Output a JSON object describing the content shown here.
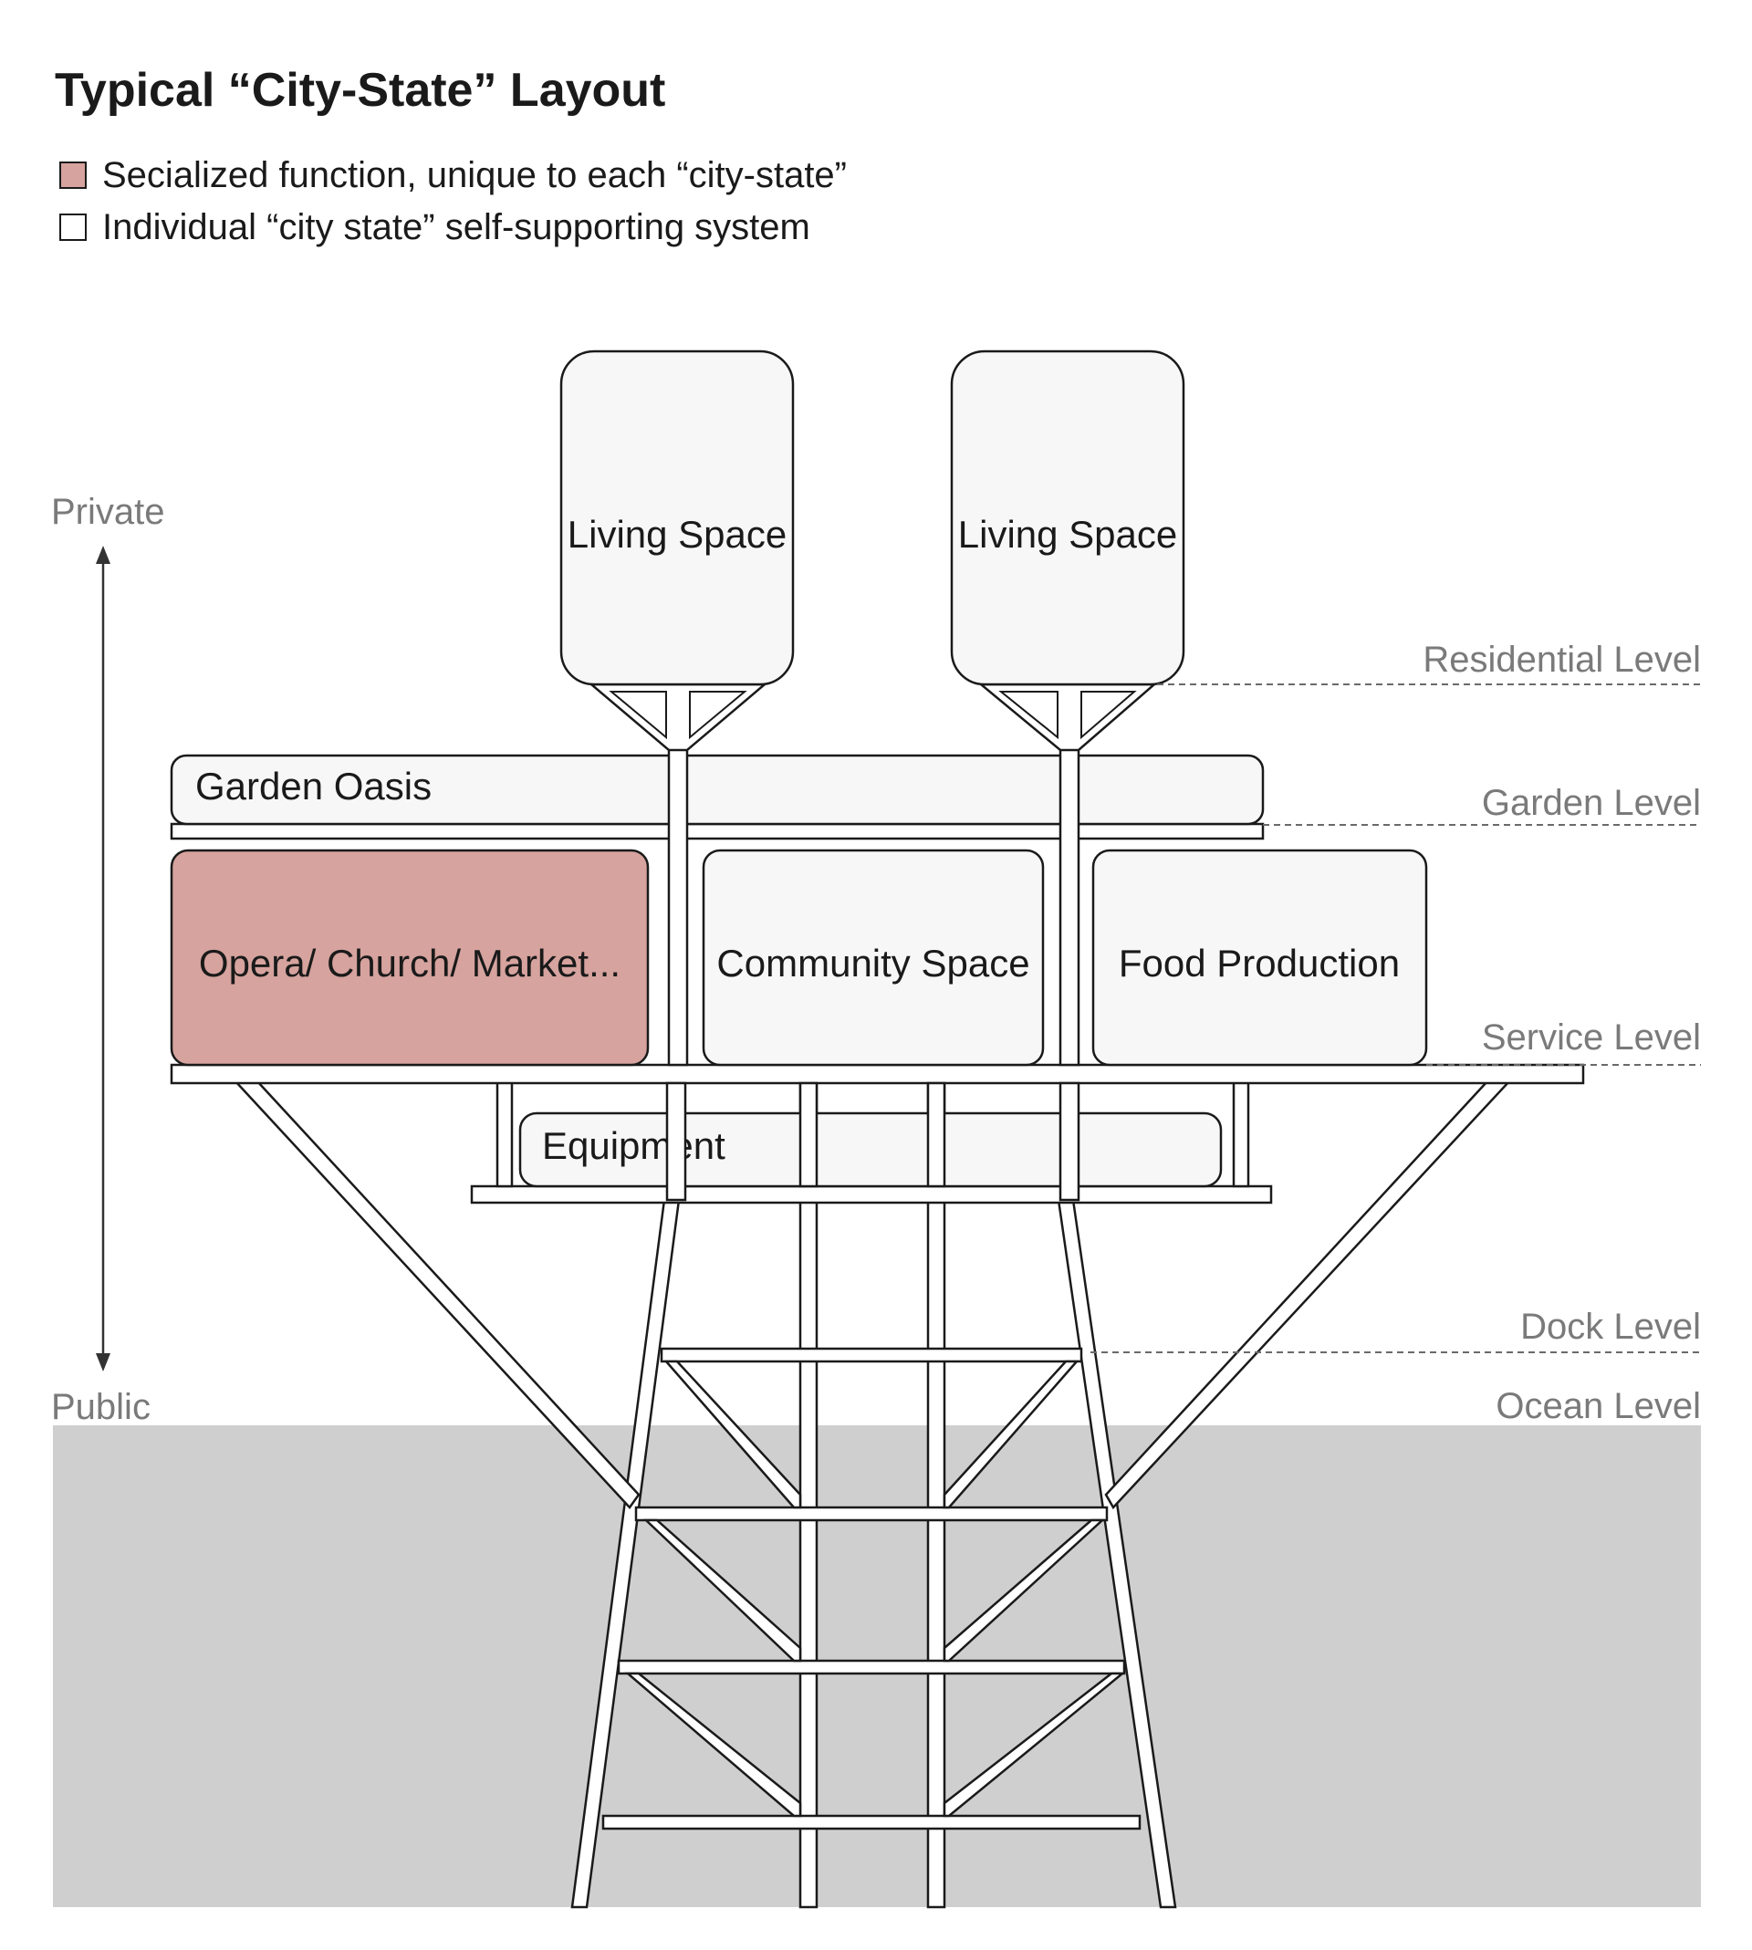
{
  "title": "Typical “City-State” Layout",
  "legend": [
    {
      "swatch_color": "#d6a39e",
      "text": "Secialized function, unique to each “city-state”"
    },
    {
      "swatch_color": "#ffffff",
      "text": "Individual “city state” self-supporting system"
    }
  ],
  "axis": {
    "top": "Private",
    "bottom": "Public"
  },
  "rooms": {
    "living_space_1": "Living Space",
    "living_space_2": "Living Space",
    "garden_oasis": "Garden Oasis",
    "specialized": "Opera/ Church/ Market...",
    "community_space": "Community Space",
    "food_production": "Food Production",
    "equipment": "Equipment"
  },
  "levels": {
    "residential": "Residential Level",
    "garden": "Garden Level",
    "service": "Service Level",
    "dock": "Dock Level",
    "ocean": "Ocean Level"
  },
  "colors": {
    "specialized_fill": "#d6a39e",
    "room_fill": "#f7f7f7",
    "ocean": "#cfcfcf",
    "level_text": "#7a7a7a"
  }
}
